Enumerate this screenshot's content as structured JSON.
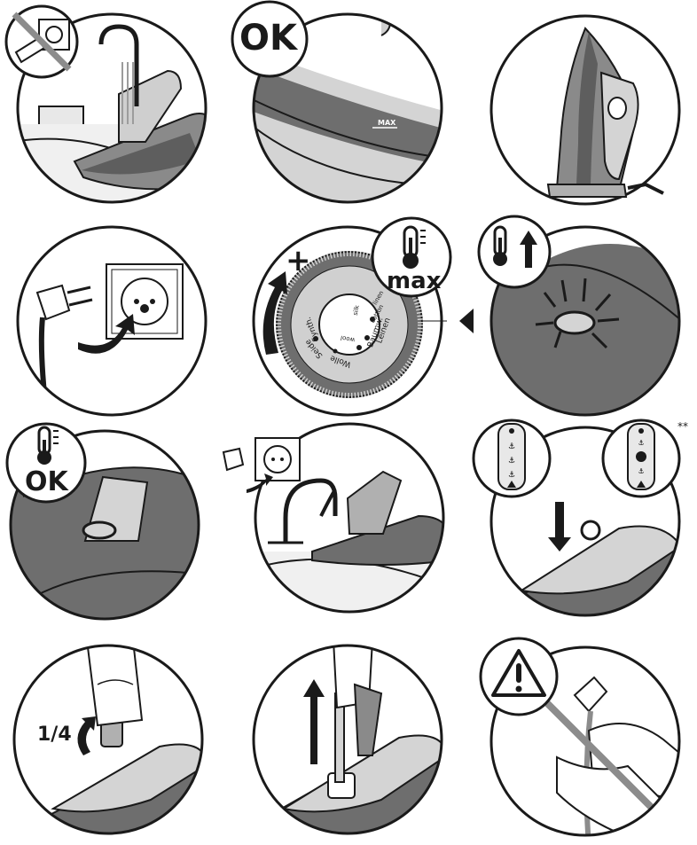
{
  "manual": {
    "colors": {
      "ink": "#1a1a1a",
      "iron_dark": "#6e6e6e",
      "iron_mid": "#9c9c9c",
      "iron_light": "#d4d4d4",
      "warning_bar": "#8c8c8c"
    },
    "panels": [
      {
        "id": 1,
        "icon": "fill-water-tank-tap-unplugged-icon"
      },
      {
        "id": 2,
        "badge": "OK",
        "mark": "MAX",
        "icon": "tank-level-ok-icon"
      },
      {
        "id": 3,
        "icon": "iron-on-heel-rest-icon"
      },
      {
        "id": 4,
        "icon": "plug-into-socket-icon"
      },
      {
        "id": 5,
        "plus": "+",
        "badge": "max",
        "dial": {
          "rings": [
            "Wolle",
            "Seide",
            "Synth.",
            "Leinen",
            "Baumw."
          ],
          "marks": [
            "wool",
            "silk",
            "linen",
            "cotton"
          ]
        },
        "icon": "temperature-dial-max-icon"
      },
      {
        "id": 6,
        "icon": "heating-light-on-icon"
      },
      {
        "id": 7,
        "badge": "OK",
        "icon": "heating-light-off-ok-icon"
      },
      {
        "id": 8,
        "icon": "unplug-and-rinse-icon"
      },
      {
        "id": 9,
        "footnote": "**",
        "icon": "steam-selector-eco-icon"
      },
      {
        "id": 10,
        "fraction": "1/4",
        "icon": "quarter-turn-anti-scale-icon"
      },
      {
        "id": 11,
        "icon": "pull-out-anti-scale-valve-icon"
      },
      {
        "id": 12,
        "icon": "do-not-pull-cord-warning-icon"
      }
    ]
  }
}
